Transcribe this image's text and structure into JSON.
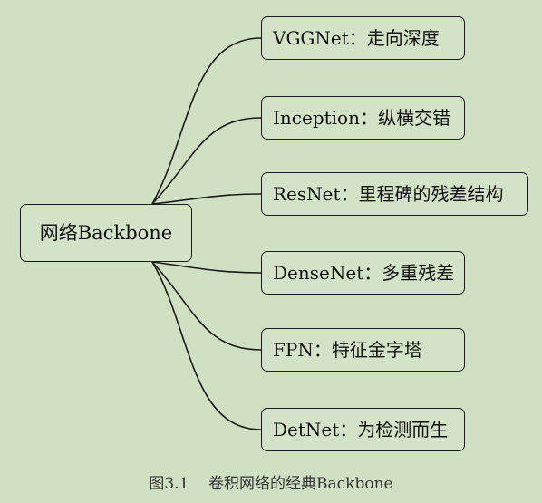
{
  "root": {
    "label": "网络Backbone"
  },
  "branches": [
    {
      "label": "VGGNet：走向深度"
    },
    {
      "label": "Inception：纵横交错"
    },
    {
      "label": "ResNet：里程碑的残差结构"
    },
    {
      "label": "DenseNet：多重残差"
    },
    {
      "label": "FPN：特征金字塔"
    },
    {
      "label": "DetNet：为检测而生"
    }
  ],
  "caption": "图3.1    卷积网络的经典Backbone"
}
